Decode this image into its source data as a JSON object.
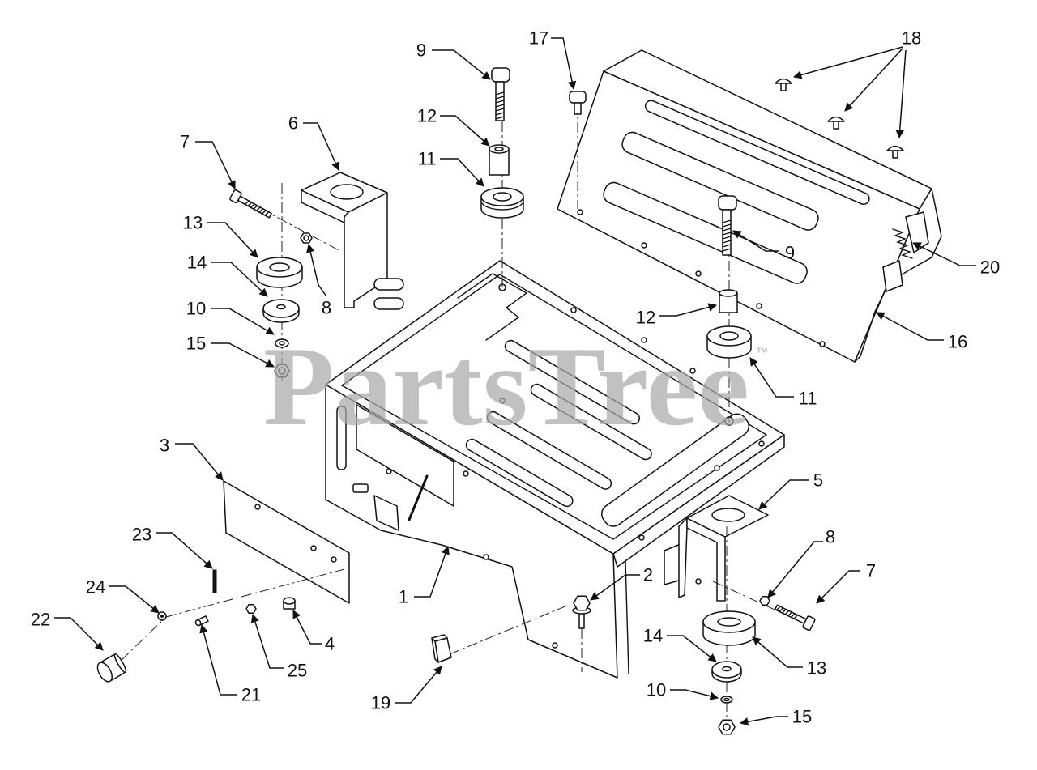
{
  "watermark": {
    "text": "PartsTree",
    "trademark": "™"
  },
  "callouts": [
    "9",
    "17",
    "18",
    "12",
    "11",
    "6",
    "7",
    "13",
    "14",
    "10",
    "15",
    "8",
    "9",
    "12",
    "11",
    "20",
    "16",
    "3",
    "5",
    "8",
    "7",
    "23",
    "24",
    "22",
    "21",
    "25",
    "4",
    "1",
    "2",
    "19",
    "14",
    "13",
    "10",
    "15"
  ]
}
